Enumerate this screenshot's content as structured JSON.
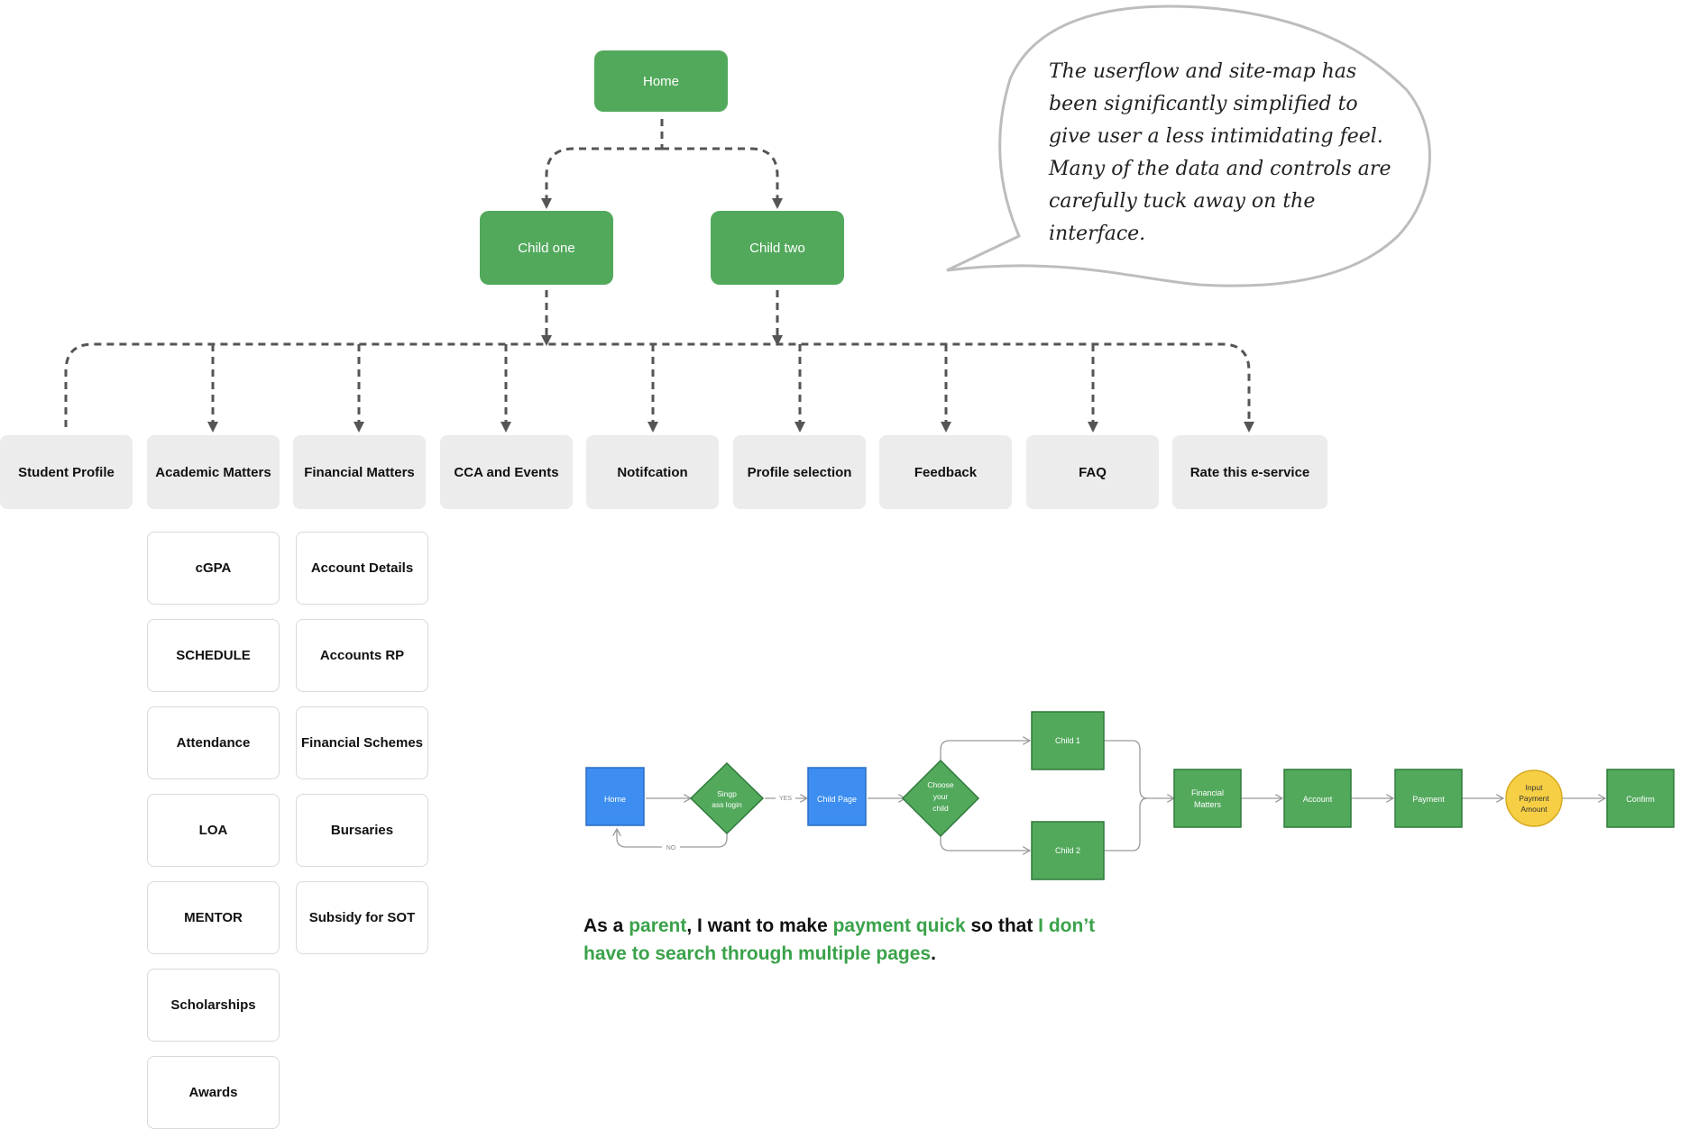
{
  "sitemap": {
    "home": "Home",
    "children": [
      "Child one",
      "Child two"
    ],
    "sections": [
      "Student Profile",
      "Academic Matters",
      "Financial Matters",
      "CCA and Events",
      "Notifcation",
      "Profile selection",
      "Feedback",
      "FAQ",
      "Rate this e-service"
    ],
    "academic_items": [
      "cGPA",
      "SCHEDULE",
      "Attendance",
      "LOA",
      "MENTOR",
      "Scholarships",
      "Awards"
    ],
    "financial_items": [
      "Account Details",
      "Accounts RP",
      "Financial Schemes",
      "Bursaries",
      "Subsidy for SOT"
    ]
  },
  "callout": {
    "text": "The userflow and site-map has been significantly simplified to give user a less intimidating feel. Many of the data and controls are carefully tuck away on the interface."
  },
  "userflow": {
    "home": "Home",
    "login": "Singp ass login",
    "yes": "YES",
    "no": "NO",
    "child_page": "Child Page",
    "choose": "Choose your child",
    "child1": "Child 1",
    "child2": "Child 2",
    "financial": "Financial Matters",
    "account": "Account",
    "payment": "Payment",
    "input": "Input Payment Amount",
    "confirm": "Confirm"
  },
  "user_story": {
    "p1": "As a ",
    "h1": "parent",
    "p2": ", I want to make ",
    "h2": "payment quick",
    "p3": " so that ",
    "h3": "I don’t have to search through multiple pages",
    "p4": "."
  },
  "colors": {
    "green": "#52a95c",
    "blue": "#3d8ef0",
    "yellow": "#f6cf45",
    "gray_box": "#ececec",
    "story_highlight": "#3aa24a"
  }
}
